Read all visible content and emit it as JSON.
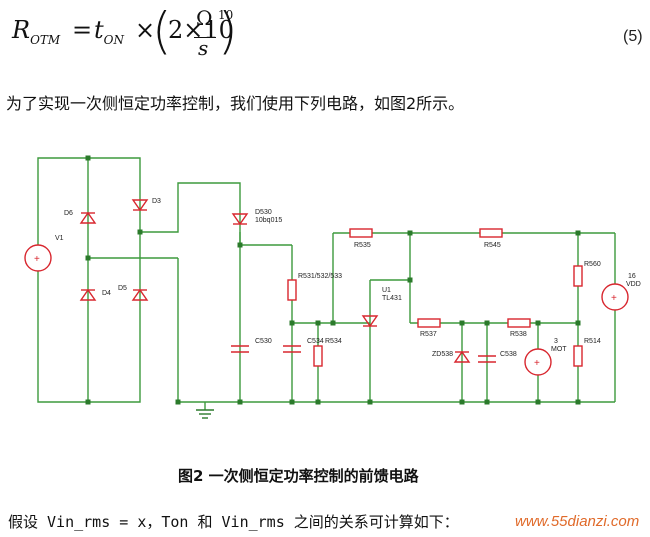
{
  "formula": {
    "lhs": "R",
    "lhs_sub": "OTM",
    "eq": "=",
    "t": "t",
    "t_sub": "ON",
    "times": "×",
    "coef": "2×10",
    "exp": "10",
    "numerator": "Ω",
    "denominator": "s",
    "number": "(5)"
  },
  "intro": "为了实现一次侧恒定功率控制，我们使用下列电路，如图2所示。",
  "circuit_labels": {
    "v1": "V1",
    "d6": "D6",
    "d3": "D3",
    "d4": "D4",
    "d5": "D5",
    "d530": "D530",
    "d530_part": "10bq015",
    "r531": "R531/532/533",
    "c530": "C530",
    "c534": "C534",
    "r534": "R534",
    "r535": "R535",
    "r545": "R545",
    "r560": "R560",
    "vdd_num": "16",
    "vdd": "VDD",
    "u1": "U1",
    "tl431": "TL431",
    "r537": "R537",
    "r538": "R538",
    "zd538": "ZD538",
    "c538": "C538",
    "mot_num": "3",
    "mot": "MOT",
    "r514": "R514"
  },
  "caption": "图2  一次侧恒定功率控制的前馈电路",
  "bottom_text": "假设 Vin_rms = x，Ton 和 Vin_rms 之间的关系可计算如下：",
  "watermark": "www.55dianzi.com",
  "colors": {
    "wire": "#3d9a3d",
    "component": "#d8262e",
    "node": "#2b7a2b"
  }
}
